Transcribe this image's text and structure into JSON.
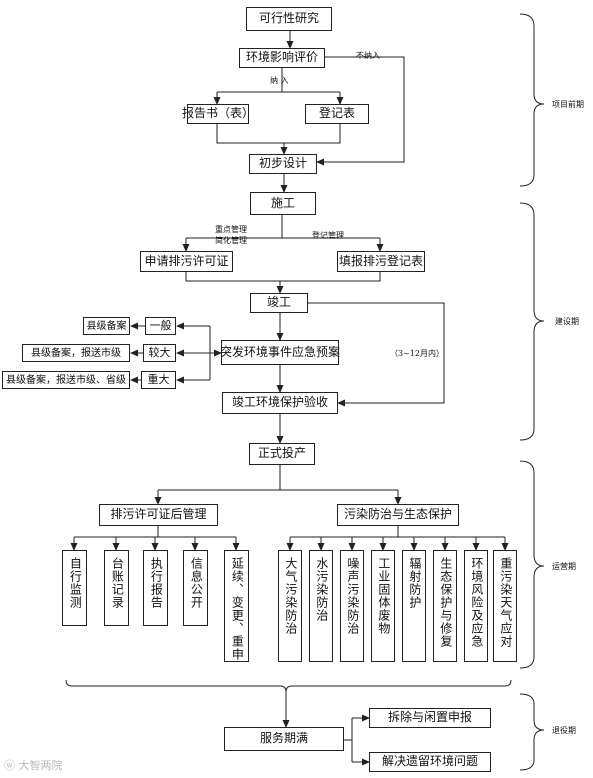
{
  "nodes": {
    "feasibility": "可行性研究",
    "eia": "环境影响评价",
    "report": "报告书（表）",
    "registration_form": "登记表",
    "preliminary_design": "初步设计",
    "construction": "施工",
    "apply_permit": "申请排污许可证",
    "fill_registration": "填报排污登记表",
    "completion": "竣工",
    "emergency_plan": "突发环境事件应急预案",
    "level_general": "一般",
    "level_major": "较大",
    "level_serious": "重大",
    "filing_county": "县级备案",
    "filing_county_city": "县级备案，报送市级",
    "filing_county_city_prov": "县级备案，报送市级、省级",
    "acceptance": "竣工环境保护验收",
    "formal_operation": "正式投产",
    "post_permit": "排污许可证后管理",
    "pollution_control": "污染防治与生态保护",
    "sub_post_permit": [
      "自行监测",
      "台账记录",
      "执行报告",
      "信息公开",
      "延续、变更、重申"
    ],
    "sub_pollution": [
      "大气污染防治",
      "水污染防治",
      "噪声污染防治",
      "工业固体废物",
      "辐射防护",
      "生态保护与修复",
      "环境风险及应急",
      "重污染天气应对"
    ],
    "service_expired": "服务期满",
    "dismantle": "拆除与闲置申报",
    "legacy": "解决遗留环境问题"
  },
  "edge_labels": {
    "not_included": "不纳入",
    "included": "纳 入",
    "key_simplified": [
      "重点管理",
      "简化管理"
    ],
    "registration_mgmt": "登记管理",
    "months": "（3~12月内）"
  },
  "stages": [
    "项目前期",
    "建设期",
    "运营期",
    "退役期"
  ],
  "watermark": "大智两院"
}
